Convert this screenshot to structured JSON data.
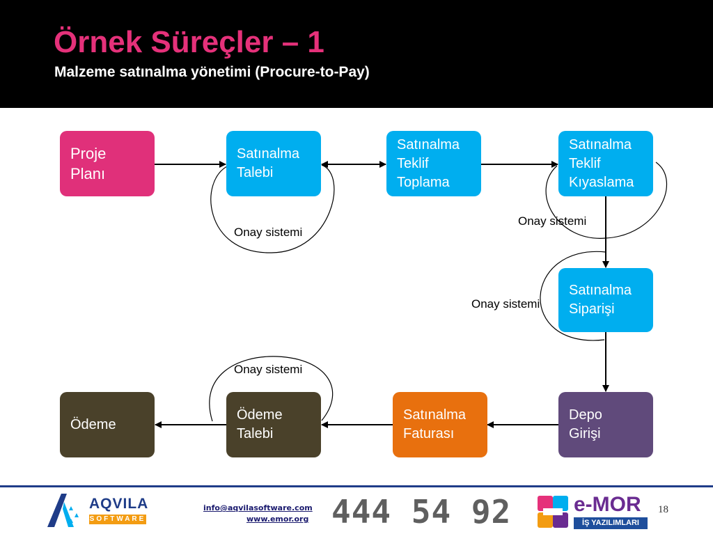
{
  "header": {
    "title": "Örnek Süreçler – 1",
    "subtitle": "Malzeme satınalma yönetimi (Procure-to-Pay)"
  },
  "colors": {
    "pink": "#e0307a",
    "blue": "#00aeef",
    "olive": "#4a412a",
    "orange": "#e8700e",
    "purple": "#604a7b",
    "title": "#e5317a"
  },
  "nodes": {
    "proje_plani": {
      "line1": "Proje",
      "line2": "Planı"
    },
    "satinalma_talebi": {
      "line1": "Satınalma",
      "line2": "Talebi"
    },
    "teklif_toplama": {
      "line1": "Satınalma",
      "line2": "Teklif",
      "line3": "Toplama"
    },
    "teklif_kiyaslama": {
      "line1": "Satınalma",
      "line2": "Teklif",
      "line3": "Kıyaslama"
    },
    "satinalma_siparisi": {
      "line1": "Satınalma",
      "line2": "Siparişi"
    },
    "depo_girisi": {
      "line1": "Depo",
      "line2": "Girişi"
    },
    "satinalma_faturasi": {
      "line1": "Satınalma",
      "line2": "Faturası"
    },
    "odeme_talebi": {
      "line1": "Ödeme",
      "line2": "Talebi"
    },
    "odeme": {
      "line1": "Ödeme"
    }
  },
  "approval_label": "Onay sistemi",
  "footer": {
    "email": "info@aqvilasoftware.com",
    "website": "www.emor.org",
    "phone": "444 54 92",
    "page_number": "18",
    "logo_left_name": "AQVILA",
    "logo_left_sub": "SOFTWARE",
    "logo_right_name": "e-MOR",
    "logo_right_sub": "İŞ YAZILIMLARI"
  }
}
